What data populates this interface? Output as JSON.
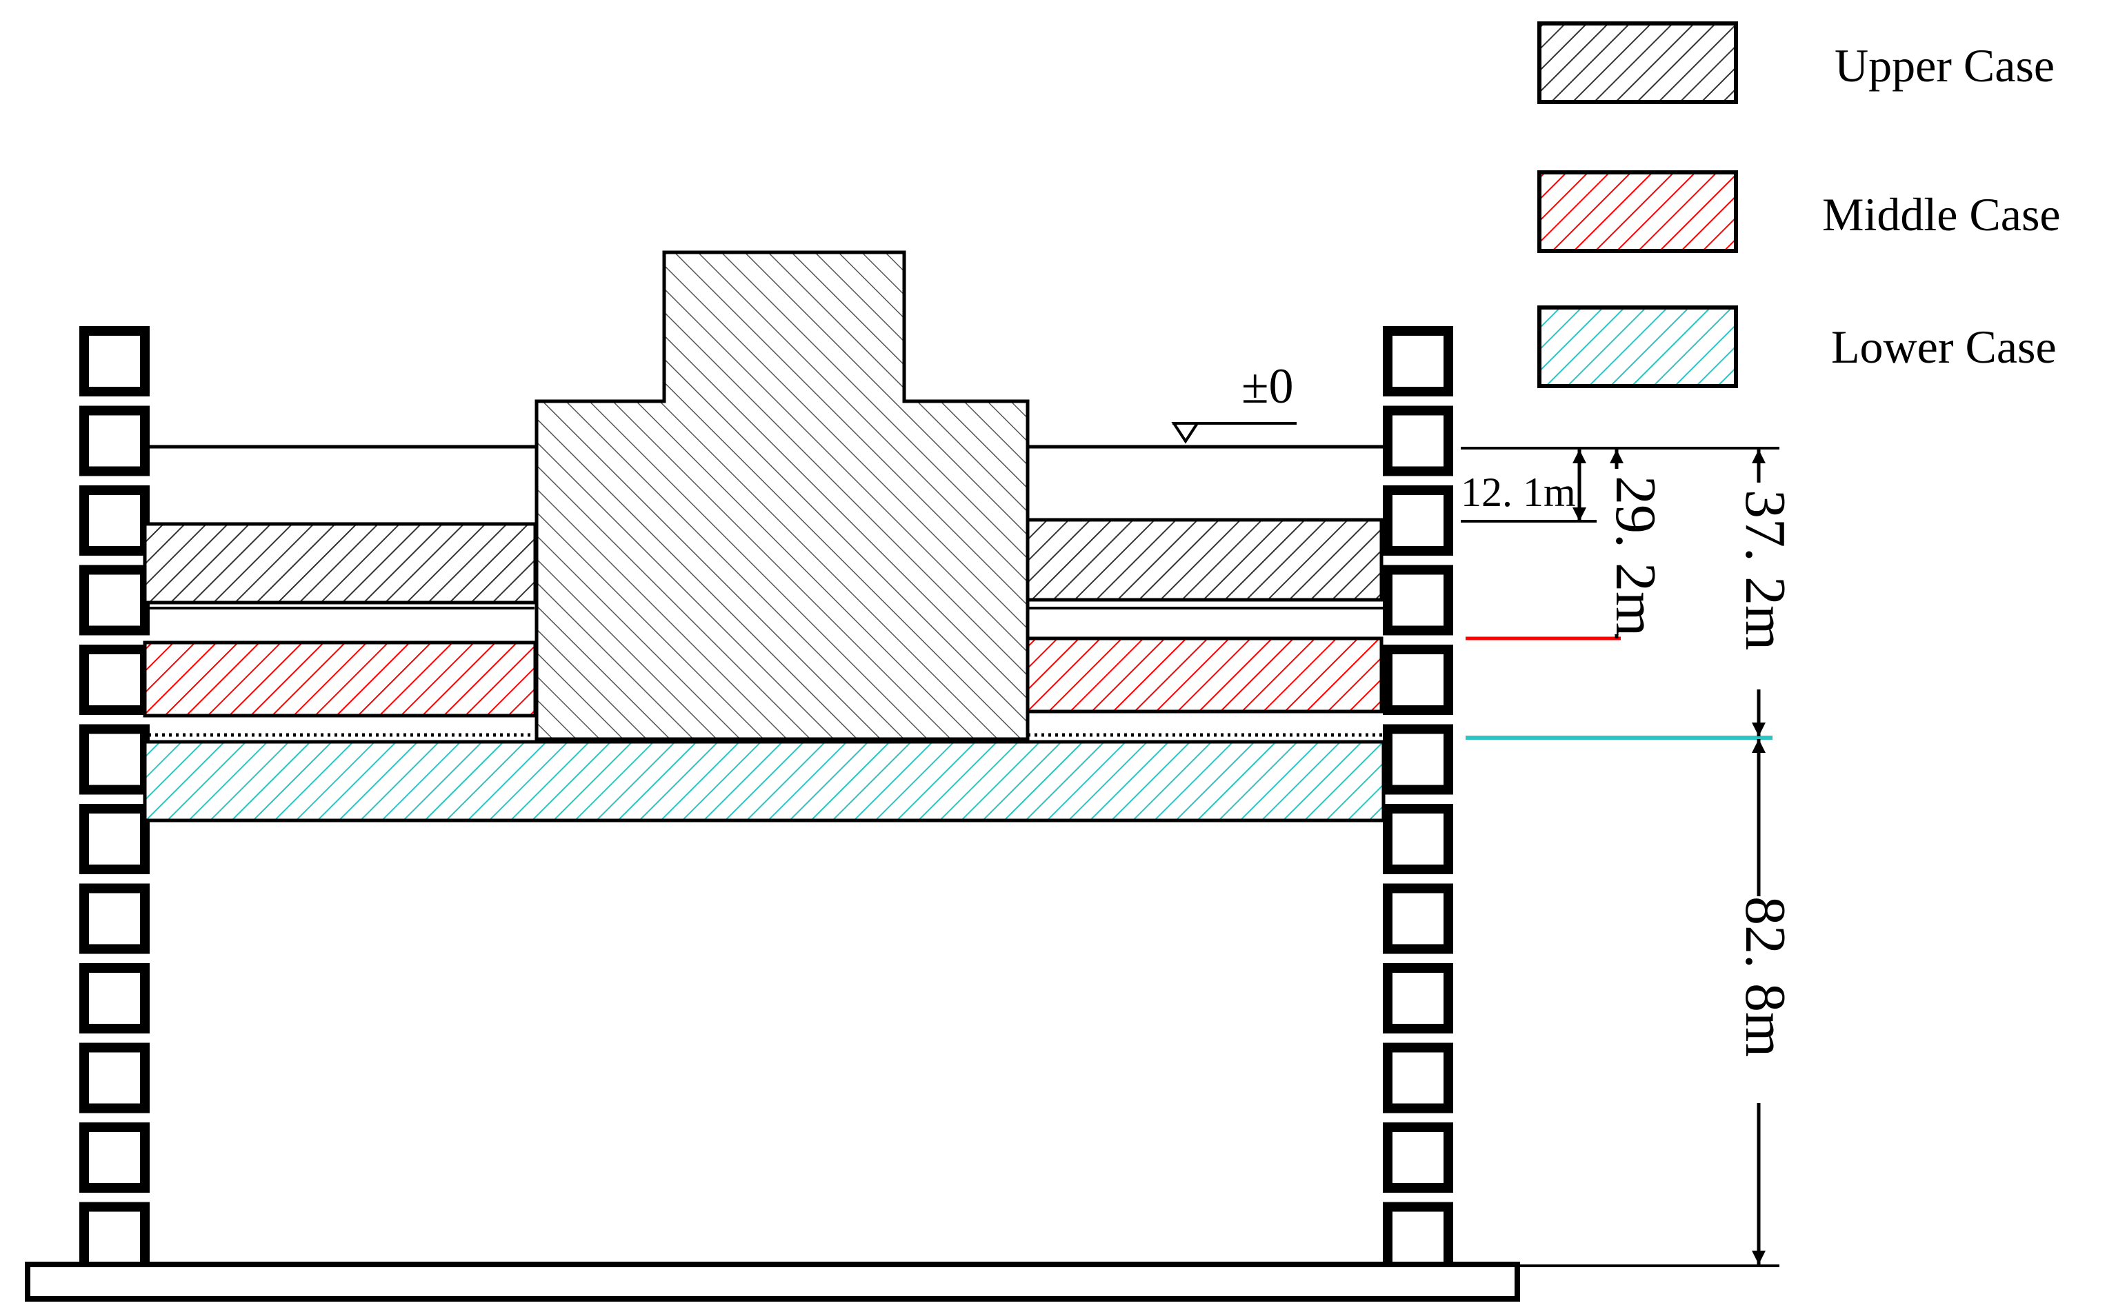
{
  "legend": {
    "upper": {
      "label": "Upper Case",
      "color": "#333333"
    },
    "middle": {
      "label": "Middle Case",
      "color": "#ff0000"
    },
    "lower": {
      "label": "Lower Case",
      "color": "#2ec4c4"
    }
  },
  "level_marker": "±0",
  "dimensions": {
    "depth_upper": "12. 1m",
    "depth_middle": "29. 2m",
    "depth_lower": "37. 2m",
    "depth_below": "82. 8m"
  },
  "colors": {
    "outline": "#000000",
    "upper_hatch": "#333333",
    "middle_hatch": "#ff0000",
    "lower_hatch": "#2ec4c4",
    "building_hatch": "#555555"
  },
  "icons": {
    "level_triangle": "triangle-down-icon",
    "dimension_arrow": "arrowhead-icon"
  }
}
